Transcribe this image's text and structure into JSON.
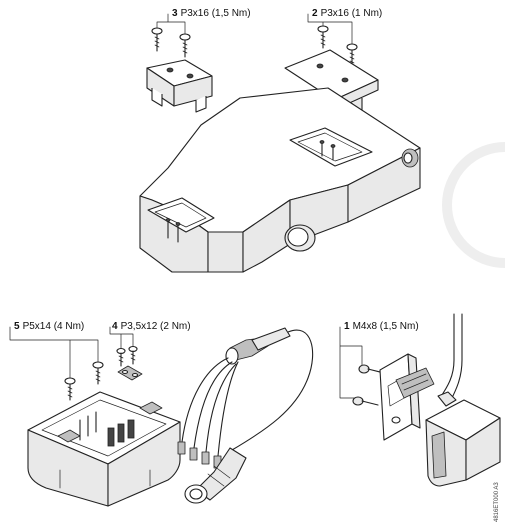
{
  "callouts": [
    {
      "number": "3",
      "text": "P3x16 (1,5 Nm)"
    },
    {
      "number": "2",
      "text": "P3x16 (1 Nm)"
    },
    {
      "number": "5",
      "text": "P5x14 (4 Nm)"
    },
    {
      "number": "4",
      "text": "P3,5x12 (2 Nm)"
    },
    {
      "number": "1",
      "text": "M4x8 (1,5 Nm)"
    }
  ],
  "figure_id": "4816ET000 A3"
}
